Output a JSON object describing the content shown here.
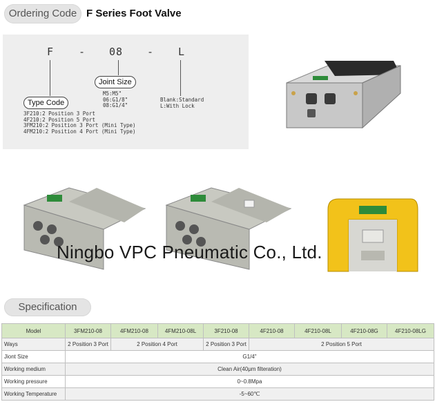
{
  "header": {
    "ordering_code_label": "Ordering Code",
    "series_title": "F Series Foot Valve"
  },
  "ordering_code": {
    "seg1": "F",
    "dash1": "-",
    "seg2": "08",
    "dash2": "-",
    "seg3": "L",
    "joint_size_label": "Joint Size",
    "joint_size_options": [
      "M5:M5\"",
      "06:G1/8\"",
      "08:G1/4\""
    ],
    "type_code_label": "Type Code",
    "type_code_options": [
      "3F210:2 Position 3 Port",
      "4F210:2 Position 5 Port",
      "3FM210:2 Position 3 Port (Mini Type)",
      "4FM210:2 Position 4 Port (Mini Type)"
    ],
    "lock_options": [
      "Blank:Standard",
      "L:With Lock"
    ]
  },
  "watermark": "Ningbo VPC Pneumatic Co., Ltd.",
  "specification": {
    "title": "Specification",
    "columns": [
      "Model",
      "3FM210-08",
      "4FM210-08",
      "4FM210-08L",
      "3F210-08",
      "4F210-08",
      "4F210-08L",
      "4F210-08G",
      "4F210-08LG"
    ],
    "ways_label": "Ways",
    "ways_values": [
      "2 Position 3 Port",
      "2 Position 4 Port",
      "2 Position 3 Port",
      "2 Position 5 Port"
    ],
    "joint_size_label": "Jiont Size",
    "joint_size_value": "G1/4\"",
    "medium_label": "Working medium",
    "medium_value": "Clean Air(40μm filteration)",
    "pressure_label": "Working pressure",
    "pressure_value": "0~0.8Mpa",
    "temperature_label": "Working Temperature",
    "temperature_value": "-5~60℃"
  }
}
